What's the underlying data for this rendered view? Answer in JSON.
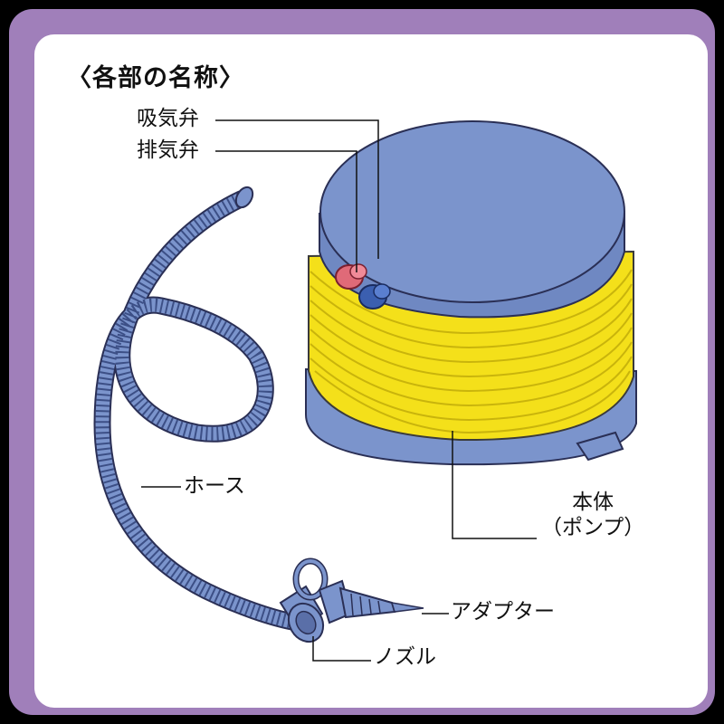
{
  "title": "〈各部の名称〉",
  "labels": {
    "intake_valve": "吸気弁",
    "exhaust_valve": "排気弁",
    "hose": "ホース",
    "body_line1": "本体",
    "body_line2": "（ポンプ）",
    "adapter": "アダプター",
    "nozzle": "ノズル"
  },
  "colors": {
    "frame": "#a07fba",
    "pump_blue": "#7b94cc",
    "bellows_yellow": "#f4e01a",
    "intake_valve": "#e06a78",
    "exhaust_valve": "#3b5fb0",
    "outline": "#2a2f55"
  }
}
